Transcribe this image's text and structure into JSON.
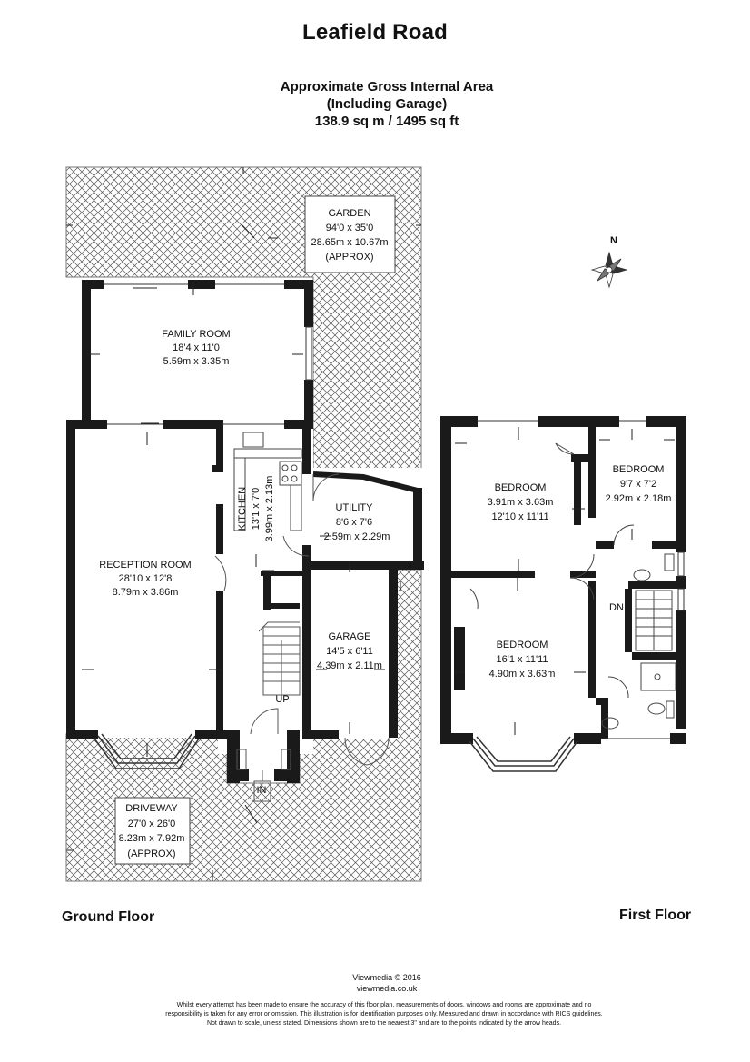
{
  "title": "Leafield Road",
  "area": {
    "line1": "Approximate Gross Internal Area",
    "line2": "(Including Garage)",
    "line3": "138.9 sq m / 1495 sq ft"
  },
  "compass": "N",
  "ground_floor": {
    "label": "Ground Floor",
    "rooms": {
      "garden": {
        "name": "GARDEN",
        "imperial": "94'0 x 35'0",
        "metric": "28.65m x 10.67m",
        "note": "(APPROX)"
      },
      "family": {
        "name": "FAMILY ROOM",
        "imperial": "18'4 x 11'0",
        "metric": "5.59m x 3.35m"
      },
      "kitchen": {
        "name": "KITCHEN",
        "imperial": "13'1 x 7'0",
        "metric": "3.99m x 2.13m"
      },
      "utility": {
        "name": "UTILITY",
        "imperial": "8'6 x 7'6",
        "metric": "2.59m x 2.29m"
      },
      "reception": {
        "name": "RECEPTION ROOM",
        "imperial": "28'10 x 12'8",
        "metric": "8.79m x 3.86m"
      },
      "garage": {
        "name": "GARAGE",
        "imperial": "14'5 x 6'11",
        "metric": "4.39m x 2.11m"
      },
      "driveway": {
        "name": "DRIVEWAY",
        "imperial": "27'0 x 26'0",
        "metric": "8.23m x 7.92m",
        "note": "(APPROX)"
      }
    },
    "up": "UP",
    "in": "IN"
  },
  "first_floor": {
    "label": "First Floor",
    "rooms": {
      "bed1": {
        "name": "BEDROOM",
        "metric": "3.91m x 3.63m",
        "imperial": "12'10 x 11'11"
      },
      "bed2": {
        "name": "BEDROOM",
        "imperial": "9'7 x 7'2",
        "metric": "2.92m x 2.18m"
      },
      "bed3": {
        "name": "BEDROOM",
        "imperial": "16'1 x 11'11",
        "metric": "4.90m x 3.63m"
      }
    },
    "dn": "DN"
  },
  "footer": {
    "credit1": "Viewmedia © 2016",
    "credit2": "viewmedia.co.uk",
    "disclaimer1": "Whilst every attempt has been made to ensure the accuracy of this floor plan, measurements of doors, windows and rooms are approximate and no",
    "disclaimer2": "responsibility is taken for any error or omission. This illustration is for identification purposes only. Measured and drawn in accordance with RICS guidelines.",
    "disclaimer3": "Not drawn to scale, unless stated. Dimensions shown are to the nearest 3\" and are to the points indicated by the arrow heads."
  }
}
